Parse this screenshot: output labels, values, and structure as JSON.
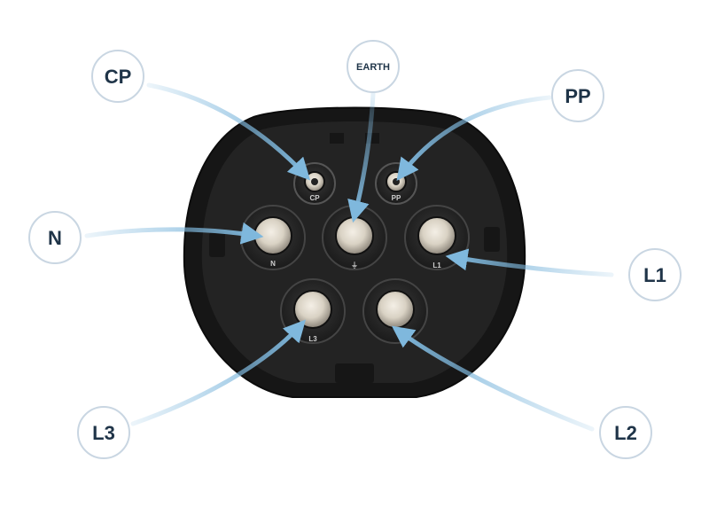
{
  "colors": {
    "label_text": "#1f3448",
    "label_border": "#c9d6e2",
    "arrow": "#7fb8dd",
    "housing": "#1b1b1b",
    "socket": "#2a2a2a",
    "contact": "#d9d2c4"
  },
  "callouts": {
    "cp": "CP",
    "earth": "EARTH",
    "pp": "PP",
    "n": "N",
    "l1": "L1",
    "l2": "L2",
    "l3": "L3"
  },
  "pin_marks": {
    "cp": "CP",
    "pp": "PP",
    "n": "N",
    "l1": "L1",
    "l3": "L3",
    "earth": "⏚"
  }
}
